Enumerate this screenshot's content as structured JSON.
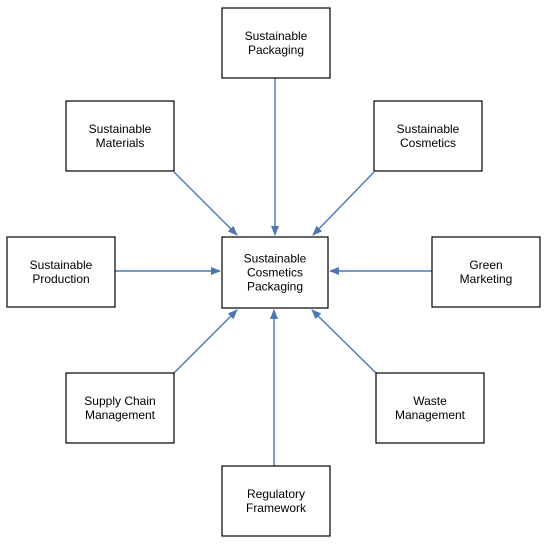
{
  "diagram": {
    "center": {
      "id": "center",
      "label_lines": [
        "Sustainable",
        "Cosmetics",
        "Packaging"
      ]
    },
    "nodes": [
      {
        "id": "sustainable-packaging",
        "label_lines": [
          "Sustainable",
          "Packaging"
        ]
      },
      {
        "id": "sustainable-materials",
        "label_lines": [
          "Sustainable",
          "Materials"
        ]
      },
      {
        "id": "sustainable-cosmetics",
        "label_lines": [
          "Sustainable",
          "Cosmetics"
        ]
      },
      {
        "id": "sustainable-production",
        "label_lines": [
          "Sustainable",
          "Production"
        ]
      },
      {
        "id": "green-marketing",
        "label_lines": [
          "Green",
          "Marketing"
        ]
      },
      {
        "id": "supply-chain-management",
        "label_lines": [
          "Supply Chain",
          "Management"
        ]
      },
      {
        "id": "waste-management",
        "label_lines": [
          "Waste",
          "Management"
        ]
      },
      {
        "id": "regulatory-framework",
        "label_lines": [
          "Regulatory",
          "Framework"
        ]
      }
    ],
    "edges": [
      {
        "from": "sustainable-packaging",
        "to": "center"
      },
      {
        "from": "sustainable-materials",
        "to": "center"
      },
      {
        "from": "sustainable-cosmetics",
        "to": "center"
      },
      {
        "from": "sustainable-production",
        "to": "center"
      },
      {
        "from": "green-marketing",
        "to": "center"
      },
      {
        "from": "supply-chain-management",
        "to": "center"
      },
      {
        "from": "waste-management",
        "to": "center"
      },
      {
        "from": "regulatory-framework",
        "to": "center"
      }
    ],
    "colors": {
      "edge": "#4a78b5",
      "box_stroke": "#000000",
      "box_fill": "#ffffff",
      "text": "#000000"
    }
  }
}
